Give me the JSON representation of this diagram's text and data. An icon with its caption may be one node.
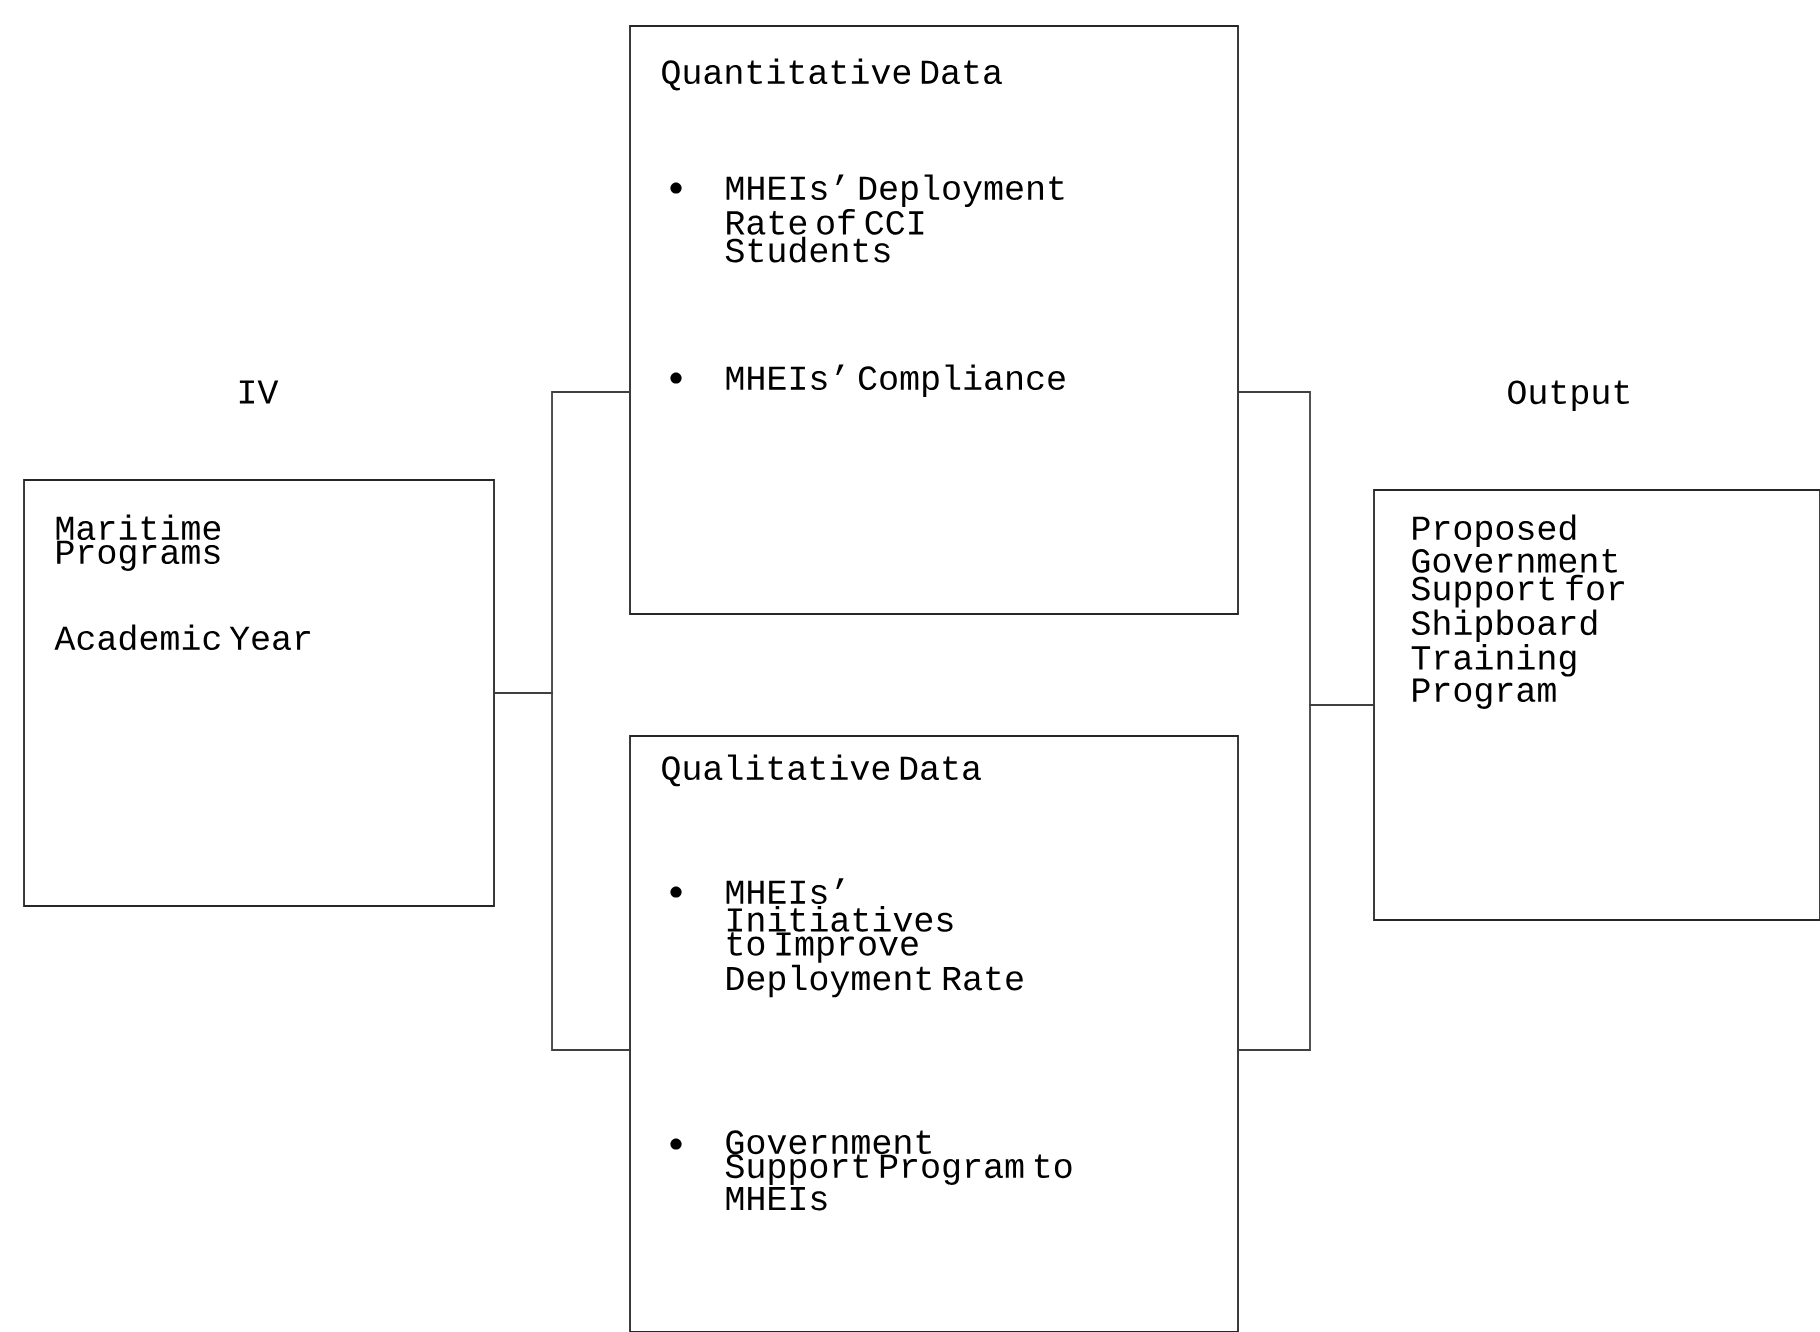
{
  "diagram": {
    "nodes": [
      {
        "text": [
          "IV",
          "Maritime Programs",
          "Academic Year"
        ]
      },
      {
        "text": [
          "Quantitative Data",
          "MHEIs’ Deployment Rate of CCI Students",
          "MHEIs’ Compliance"
        ]
      },
      {
        "text": [
          "Qualitative Data",
          "MHEIs’ Initiatives to Improve Deployment Rate",
          "Government Support Program to MHEIs"
        ]
      },
      {
        "text": [
          "Output",
          "Proposed Government Support for Shipboard Training Program"
        ]
      }
    ],
    "edges": [
      {
        "from": 0,
        "to": 1,
        "arrow": "none"
      },
      {
        "from": 0,
        "to": 2,
        "arrow": "none"
      },
      {
        "from": 1,
        "to": 3,
        "arrow": "none"
      },
      {
        "from": 2,
        "to": 3,
        "arrow": "none"
      }
    ]
  }
}
